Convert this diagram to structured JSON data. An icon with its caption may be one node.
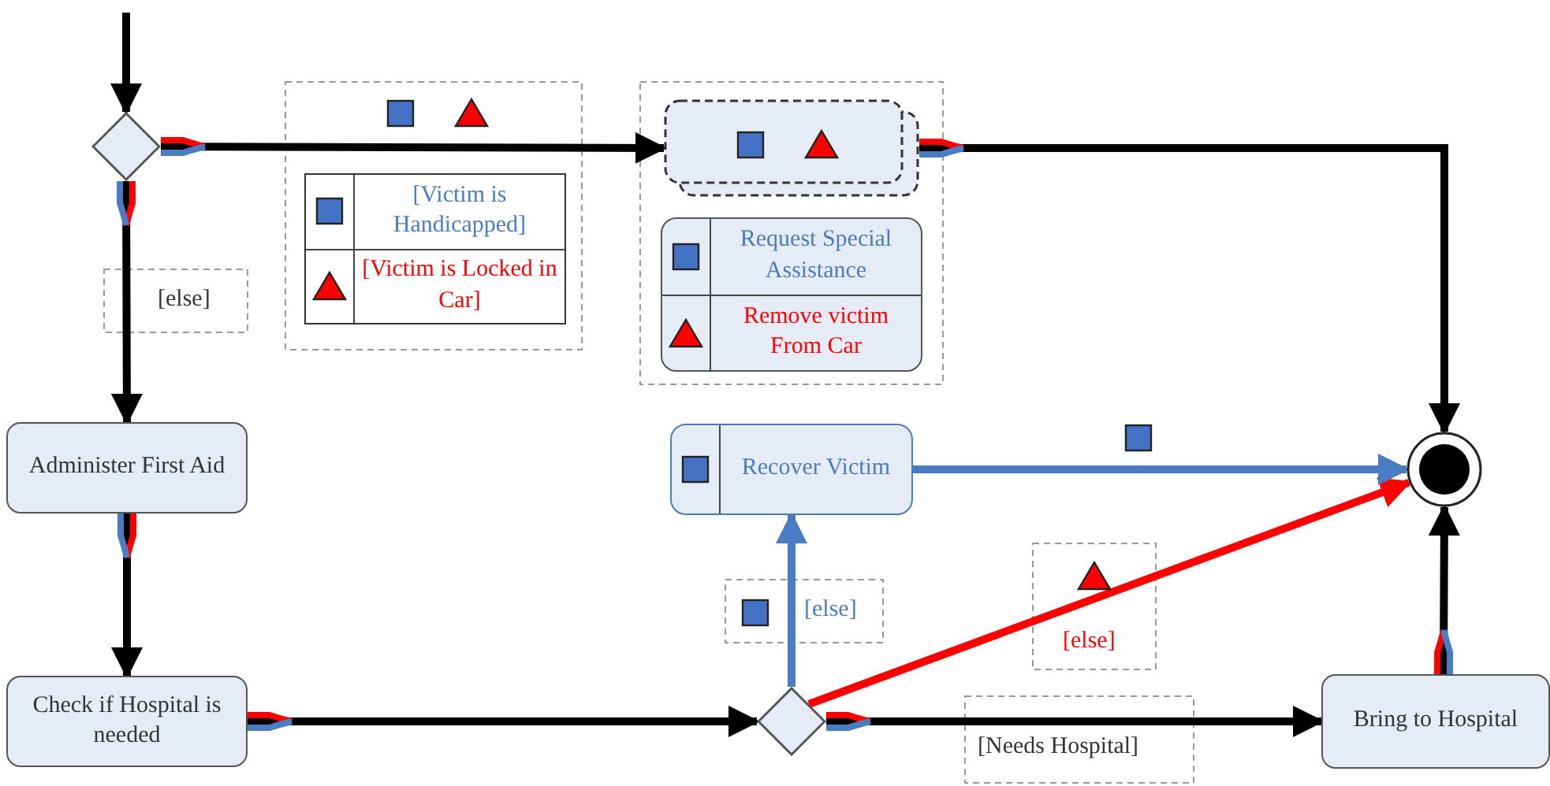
{
  "diagram": {
    "nodes": [
      {
        "text": [],
        "shape": "diamond"
      },
      {
        "text": [
          "[Victim is Handicapped]",
          "[Victim is Locked in Car]"
        ]
      },
      {
        "text": [],
        "shape": "box"
      },
      {
        "text": [
          "Request Special Assistance",
          "Remove victim From Car"
        ]
      },
      {
        "text": [
          "Administer First Aid"
        ]
      },
      {
        "text": [
          "Check if Hospital is needed"
        ]
      },
      {
        "text": [
          "Recover Victim"
        ]
      },
      {
        "text": [],
        "shape": "circle"
      },
      {
        "text": [],
        "shape": "diamond"
      },
      {
        "text": [
          "Bring to Hospital"
        ]
      }
    ],
    "edges": [
      {
        "from": null,
        "to": 0,
        "arrow": "to"
      },
      {
        "from": 0,
        "to": 2,
        "arrow": "to"
      },
      {
        "from": 0,
        "to": 4,
        "arrow": "to",
        "label": "[else]"
      },
      {
        "from": 2,
        "to": 7,
        "arrow": "to"
      },
      {
        "from": 4,
        "to": 5,
        "arrow": "to"
      },
      {
        "from": 5,
        "to": 8,
        "arrow": "to"
      },
      {
        "from": 8,
        "to": 6,
        "arrow": "to",
        "label": "[else]",
        "color": "#4a7cc4"
      },
      {
        "from": 8,
        "to": 7,
        "arrow": "to",
        "label": "[else]",
        "color": "#ff0000"
      },
      {
        "from": 8,
        "to": 9,
        "arrow": "to",
        "label": "[Needs Hospital]"
      },
      {
        "from": 9,
        "to": 7,
        "arrow": "to"
      },
      {
        "from": 6,
        "to": 7,
        "arrow": "to",
        "color": "#4a7cc4"
      }
    ]
  }
}
